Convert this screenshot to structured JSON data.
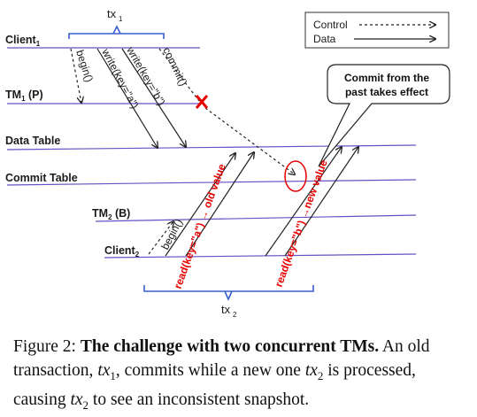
{
  "diagram": {
    "tx1_label": "tx",
    "tx1_sub": "1",
    "tx2_label": "tx",
    "tx2_sub": "2",
    "lanes": [
      {
        "id": "client1",
        "name": "Client",
        "sub": "1"
      },
      {
        "id": "tm1",
        "name": "TM",
        "sub": "1",
        "suffix": " (P)"
      },
      {
        "id": "datatable",
        "name": "Data Table",
        "sub": "",
        "suffix": ""
      },
      {
        "id": "committable",
        "name": "Commit Table",
        "sub": "",
        "suffix": ""
      },
      {
        "id": "tm2",
        "name": "TM",
        "sub": "2",
        "suffix": " (B)"
      },
      {
        "id": "client2",
        "name": "Client",
        "sub": "2",
        "suffix": ""
      }
    ],
    "messages": {
      "begin1": "begin()",
      "write_a": "write(key=\"a\")",
      "write_b": "write(key=\"b\")",
      "commit1": "commit()",
      "begin2": "begin()",
      "read_a": "read(key=\"a\") → old value",
      "read_b": "read(key=\"b\") →new value"
    },
    "legend": {
      "control": "Control",
      "data": "Data"
    },
    "callout": {
      "line1": "Commit from the",
      "line2": "past takes effect"
    },
    "colors": {
      "lane": "#6a4fc4",
      "arrow": "#222222",
      "red": "#e60000"
    }
  },
  "caption": {
    "prefix": "Figure 2: ",
    "title": "The challenge with two concurrent TMs.",
    "text1": " An old transaction, ",
    "tx1": "tx",
    "tx1_sub": "1",
    "text2": ", commits while a new one ",
    "tx2": "tx",
    "tx2_sub": "2",
    "text3": " is processed, causing ",
    "tx3": "tx",
    "tx3_sub": "2",
    "text4": " to see an inconsistent snapshot."
  }
}
